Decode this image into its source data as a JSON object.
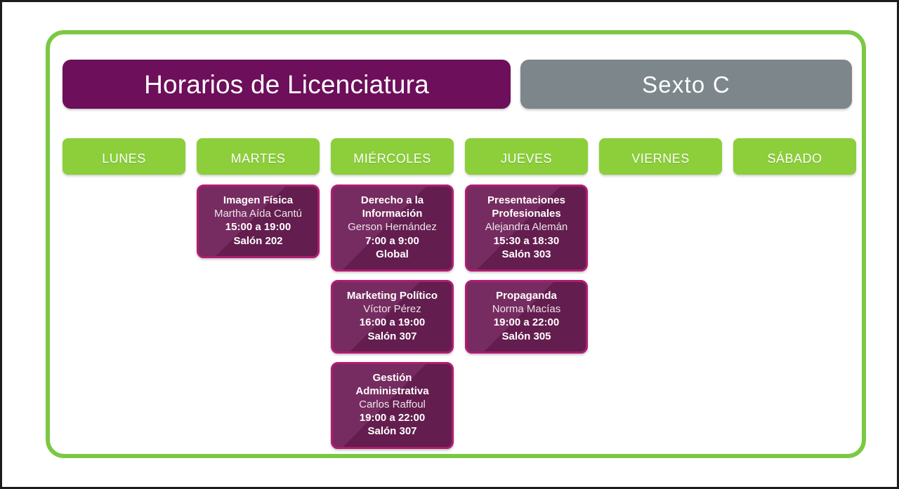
{
  "header": {
    "title": "Horarios de Licenciatura",
    "group": "Sexto C"
  },
  "days": [
    {
      "label": "Lunes",
      "classes": []
    },
    {
      "label": "Martes",
      "classes": [
        {
          "title": "Imagen Física",
          "teacher": "Martha Aída Cantú",
          "time": "15:00 a 19:00",
          "room": "Salón 202"
        }
      ]
    },
    {
      "label": "Miércoles",
      "classes": [
        {
          "title": "Derecho a la Información",
          "teacher": "Gerson Hernández",
          "time": "7:00 a 9:00",
          "room": "Global"
        },
        {
          "title": "Marketing Político",
          "teacher": "Víctor Pérez",
          "time": "16:00 a 19:00",
          "room": "Salón 307"
        },
        {
          "title": "Gestión Administrativa",
          "teacher": "Carlos Raffoul",
          "time": "19:00 a 22:00",
          "room": "Salón 307"
        }
      ]
    },
    {
      "label": "Jueves",
      "classes": [
        {
          "title": "Presentaciones Profesionales",
          "teacher": "Alejandra Alemán",
          "time": "15:30 a 18:30",
          "room": "Salón 303"
        },
        {
          "title": "Propaganda",
          "teacher": "Norma Macías",
          "time": "19:00 a 22:00",
          "room": "Salón 305"
        }
      ]
    },
    {
      "label": "Viernes",
      "classes": []
    },
    {
      "label": "Sábado",
      "classes": []
    }
  ],
  "colors": {
    "purple": "#6d0f5a",
    "gray": "#7d868b",
    "green": "#8ccf3a",
    "frame_green": "#7ac943",
    "card_fill": "#6e2057",
    "card_border": "#b01c72"
  }
}
